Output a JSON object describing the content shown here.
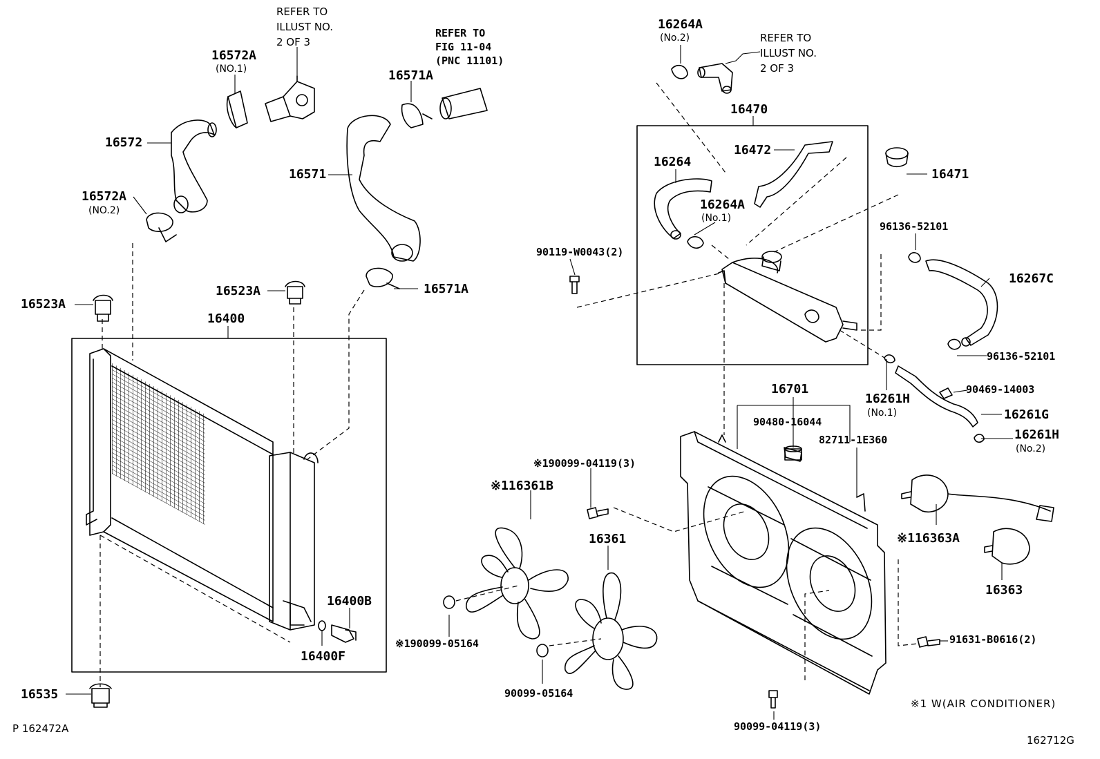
{
  "refs": {
    "refer_illust_left": [
      "REFER TO",
      "ILLUST NO.",
      "2 OF 3"
    ],
    "refer_fig": [
      "REFER TO",
      "FIG 11-04",
      "(PNC 11101)"
    ],
    "refer_illust_right": [
      "REFER TO",
      "ILLUST NO.",
      "2 OF 3"
    ]
  },
  "labels": {
    "p16572A_top": "16572A",
    "p16572A_top_sub": "(NO.1)",
    "p16572": "16572",
    "p16572A_bottom": "16572A",
    "p16572A_bottom_sub": "(NO.2)",
    "p16571A_top": "16571A",
    "p16571": "16571",
    "p16571A_bottom": "16571A",
    "p16523A_left": "16523A",
    "p16523A_right": "16523A",
    "p16400": "16400",
    "p16400B": "16400B",
    "p16400F": "16400F",
    "p16535": "16535",
    "p16264A_top": "16264A",
    "p16264A_top_sub": "(No.2)",
    "p16470": "16470",
    "p16472": "16472",
    "p16264": "16264",
    "p16264A_mid": "16264A",
    "p16264A_mid_sub": "(No.1)",
    "p16471": "16471",
    "p90119": "90119-W0043(2)",
    "p96136_top": "96136-52101",
    "p16267C": "16267C",
    "p96136_bottom": "96136-52101",
    "p16701": "16701",
    "p90480": "90480-16044",
    "p82711": "82711-1E360",
    "p16261H_1": "16261H",
    "p16261H_1_sub": "(No.1)",
    "p90469": "90469-14003",
    "p16261G": "16261G",
    "p16261H_2": "16261H",
    "p16261H_2_sub": "(No.2)",
    "p190099_04119": "※190099-04119(3)",
    "p16361B": "※116361B",
    "p16361": "16361",
    "p16363A": "※116363A",
    "p16363": "16363",
    "p190099_05164": "※190099-05164",
    "p90099_05164": "90099-05164",
    "p91631": "91631-B0616(2)",
    "p90099_04119": "90099-04119(3)"
  },
  "footer": {
    "left_code": "P 162472A",
    "note": "※1 W(AIR CONDITIONER)",
    "right_code": "162712G"
  }
}
